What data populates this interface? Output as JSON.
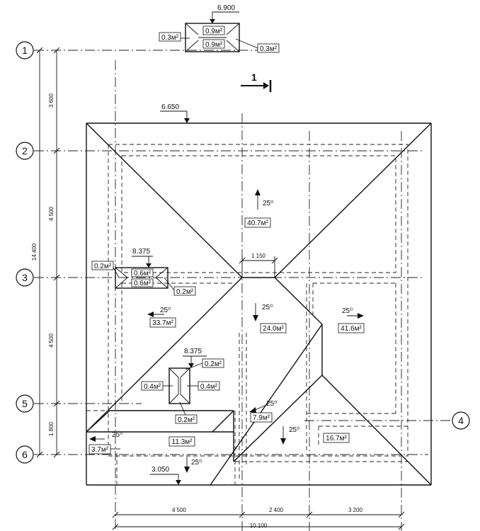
{
  "elevations": {
    "top_chimney": "6.900",
    "roof_edge": "6.650",
    "chimney_left": "8.375",
    "chimney_center": "8.375",
    "lower": "3.050"
  },
  "axes": [
    "1",
    "2",
    "3",
    "4",
    "5",
    "6"
  ],
  "section_mark": "1",
  "dimensions": {
    "vertical": [
      "3 600",
      "4 500",
      "4 500",
      "1 800",
      "14 400"
    ],
    "horizontal": [
      "4 500",
      "2 400",
      "3 200",
      "10 100"
    ],
    "ridge": "1 150"
  },
  "slopes": {
    "north": "25⁰",
    "west_mid": "25⁰",
    "center": "25⁰",
    "east": "25⁰",
    "small_center": "25⁰",
    "south_mid": "25⁰",
    "lower_left": "25⁰",
    "lower_bottom": "25⁰"
  },
  "areas": {
    "top_chimney_top": "0.9м²",
    "top_chimney_bottom": "0.9м²",
    "top_chimney_left": "0.3м²",
    "top_chimney_right": "0.3м²",
    "north": "40.7м²",
    "left_chimney_left": "0.2м²",
    "left_chimney_top": "0.6м²",
    "left_chimney_bottom": "0.6м²",
    "left_chimney_right": "0.2м²",
    "west": "33.7м²",
    "center": "24.0м²",
    "east": "41.6м²",
    "c_chimney_top": "0.2м²",
    "c_chimney_left": "0.4м²",
    "c_chimney_right": "0.4м²",
    "c_chimney_bottom": "0.2м²",
    "small_center": "7.9м²",
    "south_east": "16.7м²",
    "lower_main": "11.3м²",
    "lower_left": "3.7м²"
  }
}
